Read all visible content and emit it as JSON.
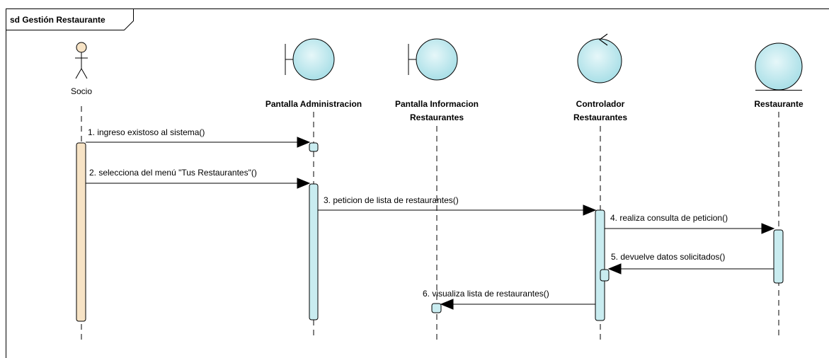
{
  "frame": {
    "title": "sd Gestión Restaurante"
  },
  "actor": {
    "name": "Socio",
    "icon": "stick-figure-actor-icon"
  },
  "lifelines": [
    {
      "kind": "boundary",
      "icon": "boundary-icon",
      "label_lines": [
        "Pantalla Administracion"
      ]
    },
    {
      "kind": "boundary",
      "icon": "boundary-icon",
      "label_lines": [
        "Pantalla Informacion",
        "Restaurantes"
      ]
    },
    {
      "kind": "control",
      "icon": "control-icon",
      "label_lines": [
        "Controlador",
        "Restaurantes"
      ]
    },
    {
      "kind": "entity",
      "icon": "entity-icon",
      "label_lines": [
        "Restaurante"
      ]
    }
  ],
  "messages": [
    {
      "label": "1. ingreso existoso al sistema()",
      "from": "Socio",
      "to": "Pantalla Administracion",
      "reply": false
    },
    {
      "label": "2. selecciona del menú \"Tus Restaurantes\"()",
      "from": "Socio",
      "to": "Pantalla Administracion",
      "reply": false
    },
    {
      "label": "3. peticion de lista de restaurantes()",
      "from": "Pantalla Administracion",
      "to": "Controlador Restaurantes",
      "reply": false
    },
    {
      "label": "4. realiza consulta de peticion()",
      "from": "Controlador Restaurantes",
      "to": "Restaurante",
      "reply": false
    },
    {
      "label": "5. devuelve datos solicitados()",
      "from": "Restaurante",
      "to": "Controlador Restaurantes",
      "reply": false
    },
    {
      "label": "6. visualiza lista de restaurantes()",
      "from": "Controlador Restaurantes",
      "to": "Pantalla Informacion Restaurantes",
      "reply": false
    }
  ],
  "colors": {
    "actor_fill": "#f7e3c5",
    "object_fill": "#bfe8ee",
    "activation_fill": "#c9ecf0",
    "activation_actor_fill": "#f7e3c5"
  }
}
